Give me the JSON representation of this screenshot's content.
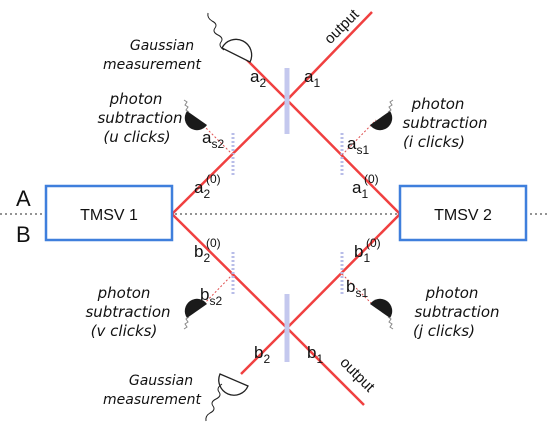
{
  "regions": {
    "top": "A",
    "bottom": "B"
  },
  "sources": {
    "left": "TMSV 1",
    "right": "TMSV 2"
  },
  "outputs": {
    "upper": "output",
    "lower": "output"
  },
  "detectors": {
    "top_gaussian": {
      "line1": "Gaussian",
      "line2": "measurement"
    },
    "bottom_gaussian": {
      "line1": "Gaussian",
      "line2": "measurement"
    },
    "upper_left": {
      "line1": "photon",
      "line2": "subtraction",
      "line3": "(u clicks)"
    },
    "upper_right": {
      "line1": "photon",
      "line2": "subtraction",
      "line3": "(i clicks)"
    },
    "lower_left": {
      "line1": "photon",
      "line2": "subtraction",
      "line3": "(v clicks)"
    },
    "lower_right": {
      "line1": "photon",
      "line2": "subtraction",
      "line3": "(j clicks)"
    }
  },
  "modes": {
    "a2": {
      "base": "a",
      "sub": "2"
    },
    "a1": {
      "base": "a",
      "sub": "1"
    },
    "as2": {
      "base": "a",
      "sub": "s2"
    },
    "as1": {
      "base": "a",
      "sub": "s1"
    },
    "a2_0": {
      "base": "a",
      "sub": "2",
      "sup": "(0)"
    },
    "a1_0": {
      "base": "a",
      "sub": "1",
      "sup": "(0)"
    },
    "b2_0": {
      "base": "b",
      "sub": "2",
      "sup": "(0)"
    },
    "b1_0": {
      "base": "b",
      "sub": "1",
      "sup": "(0)"
    },
    "bs2": {
      "base": "b",
      "sub": "s2"
    },
    "bs1": {
      "base": "b",
      "sub": "s1"
    },
    "b2": {
      "base": "b",
      "sub": "2"
    },
    "b1": {
      "base": "b",
      "sub": "1"
    }
  },
  "colors": {
    "beam": "#f04040",
    "box": "#3f7fdc",
    "beamsplitter": "#c4c8ee",
    "detector": "#1a1a1a",
    "dashed_link": "#e05050",
    "text": "#111111"
  }
}
